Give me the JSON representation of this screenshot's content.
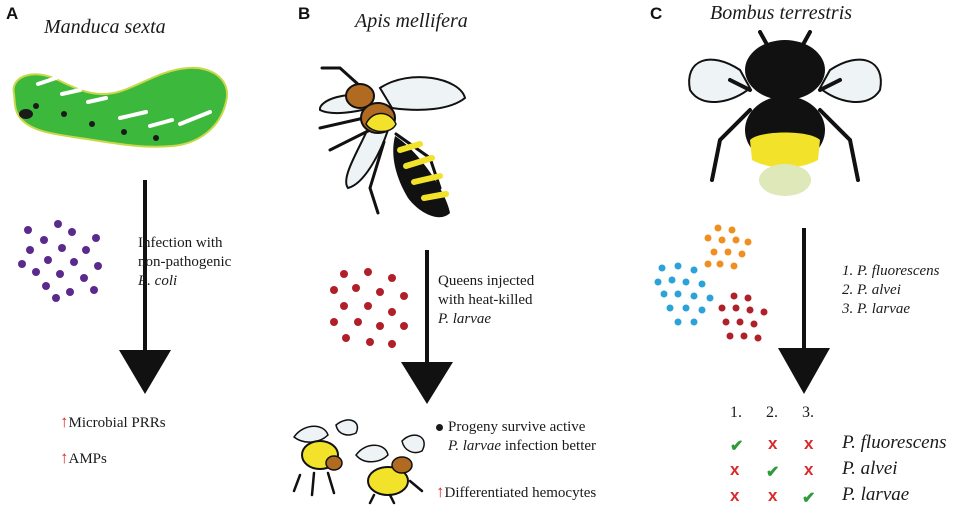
{
  "panels": [
    {
      "letter": "A",
      "species": "Manduca sexta",
      "desc": [
        "Infection with",
        "non-pathogenic"
      ],
      "desc_italic": "E. coli",
      "results": [
        "Microbial PRRs",
        "AMPs"
      ]
    },
    {
      "letter": "B",
      "species": "Apis mellifera",
      "desc": [
        "Queens injected",
        "with heat-killed"
      ],
      "desc_italic": "P. larvae",
      "outcome_line1": "Progeny survive active",
      "outcome_line2_italic": "P. larvae",
      "outcome_line2_rest": " infection better",
      "result": "Differentiated hemocytes"
    },
    {
      "letter": "C",
      "species": "Bombus terrestris",
      "legend": [
        "1.  P. fluorescens",
        "2.  P. alvei",
        "3.  P. larvae"
      ],
      "grid": {
        "columns": [
          "1.",
          "2.",
          "3."
        ],
        "rows": [
          {
            "name": "P. fluorescens",
            "marks": [
              "check",
              "x",
              "x"
            ]
          },
          {
            "name": "P. alvei",
            "marks": [
              "x",
              "check",
              "x"
            ]
          },
          {
            "name": "P. larvae",
            "marks": [
              "x",
              "x",
              "check"
            ]
          }
        ]
      }
    }
  ],
  "symbols": {
    "check": "✔",
    "x": "x",
    "up_arrow": "↑"
  },
  "colors": {
    "caterpillar": "#3cb83c",
    "ecoli_dots": "#5a2a8c",
    "plarvae_dots": "#b0202a",
    "fluorescens_dots": "#2ca3d8",
    "alvei_dots": "#ef8f22",
    "larvae_dots_c": "#b0202a",
    "arrow": "#111111",
    "up_arrow": "#d92b2b",
    "check": "#2e9a3a"
  }
}
